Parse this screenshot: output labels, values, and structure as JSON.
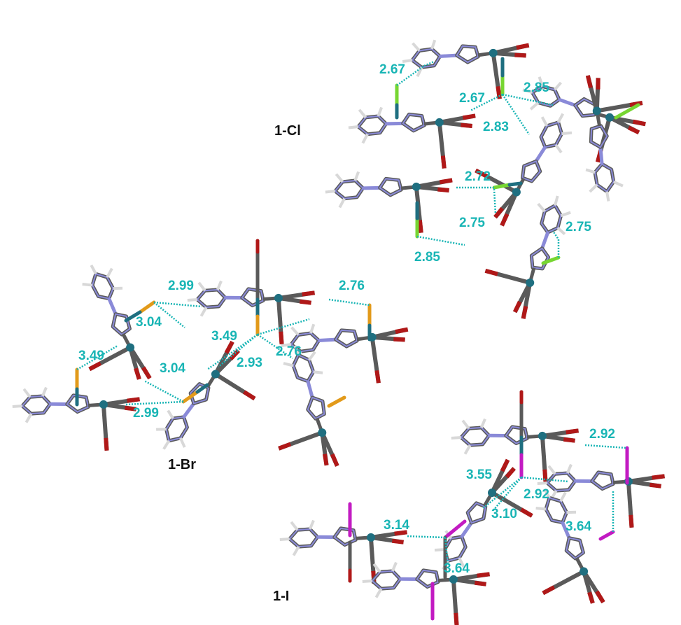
{
  "colors": {
    "carbon": "#5a5a5a",
    "hydrogen": "#d8d8d8",
    "nitrogen": "#8a8ad8",
    "metal": "#1f6f80",
    "oxygen": "#b01818",
    "chlorine": "#77d632",
    "bromine": "#e29a1a",
    "iodine": "#c21bc2",
    "contact": "#19b5b5"
  },
  "panels": {
    "cl": {
      "label": "1-Cl",
      "distances": [
        "2.67",
        "2.67",
        "2.85",
        "2.83",
        "2.72",
        "2.75",
        "2.75",
        "2.85"
      ]
    },
    "br": {
      "label": "1-Br",
      "distances": [
        "2.99",
        "2.76",
        "3.04",
        "3.49",
        "3.49",
        "3.04",
        "2.93",
        "2.76",
        "2.99"
      ]
    },
    "i": {
      "label": "1-I",
      "distances": [
        "2.92",
        "3.55",
        "2.92",
        "3.10",
        "3.64",
        "3.14",
        "3.64"
      ]
    }
  }
}
